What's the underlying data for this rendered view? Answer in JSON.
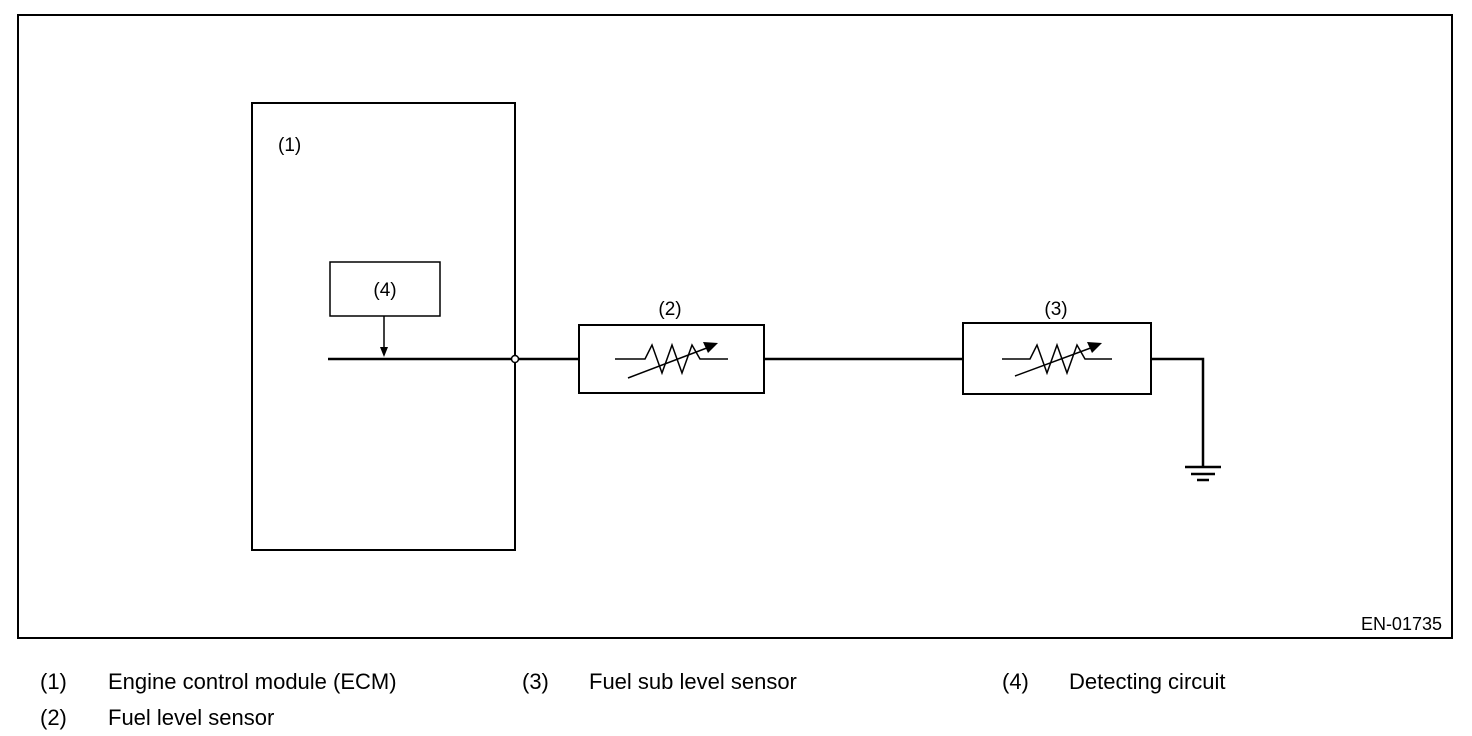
{
  "diagram": {
    "figure_id": "EN-01735",
    "markers": {
      "ecm": "(1)",
      "fuel_level_sensor": "(2)",
      "fuel_sub_level_sensor": "(3)",
      "detecting_circuit": "(4)"
    }
  },
  "legend": [
    {
      "num": "(1)",
      "text": "Engine control module (ECM)"
    },
    {
      "num": "(2)",
      "text": "Fuel level sensor"
    },
    {
      "num": "(3)",
      "text": "Fuel sub level sensor"
    },
    {
      "num": "(4)",
      "text": "Detecting circuit"
    }
  ]
}
